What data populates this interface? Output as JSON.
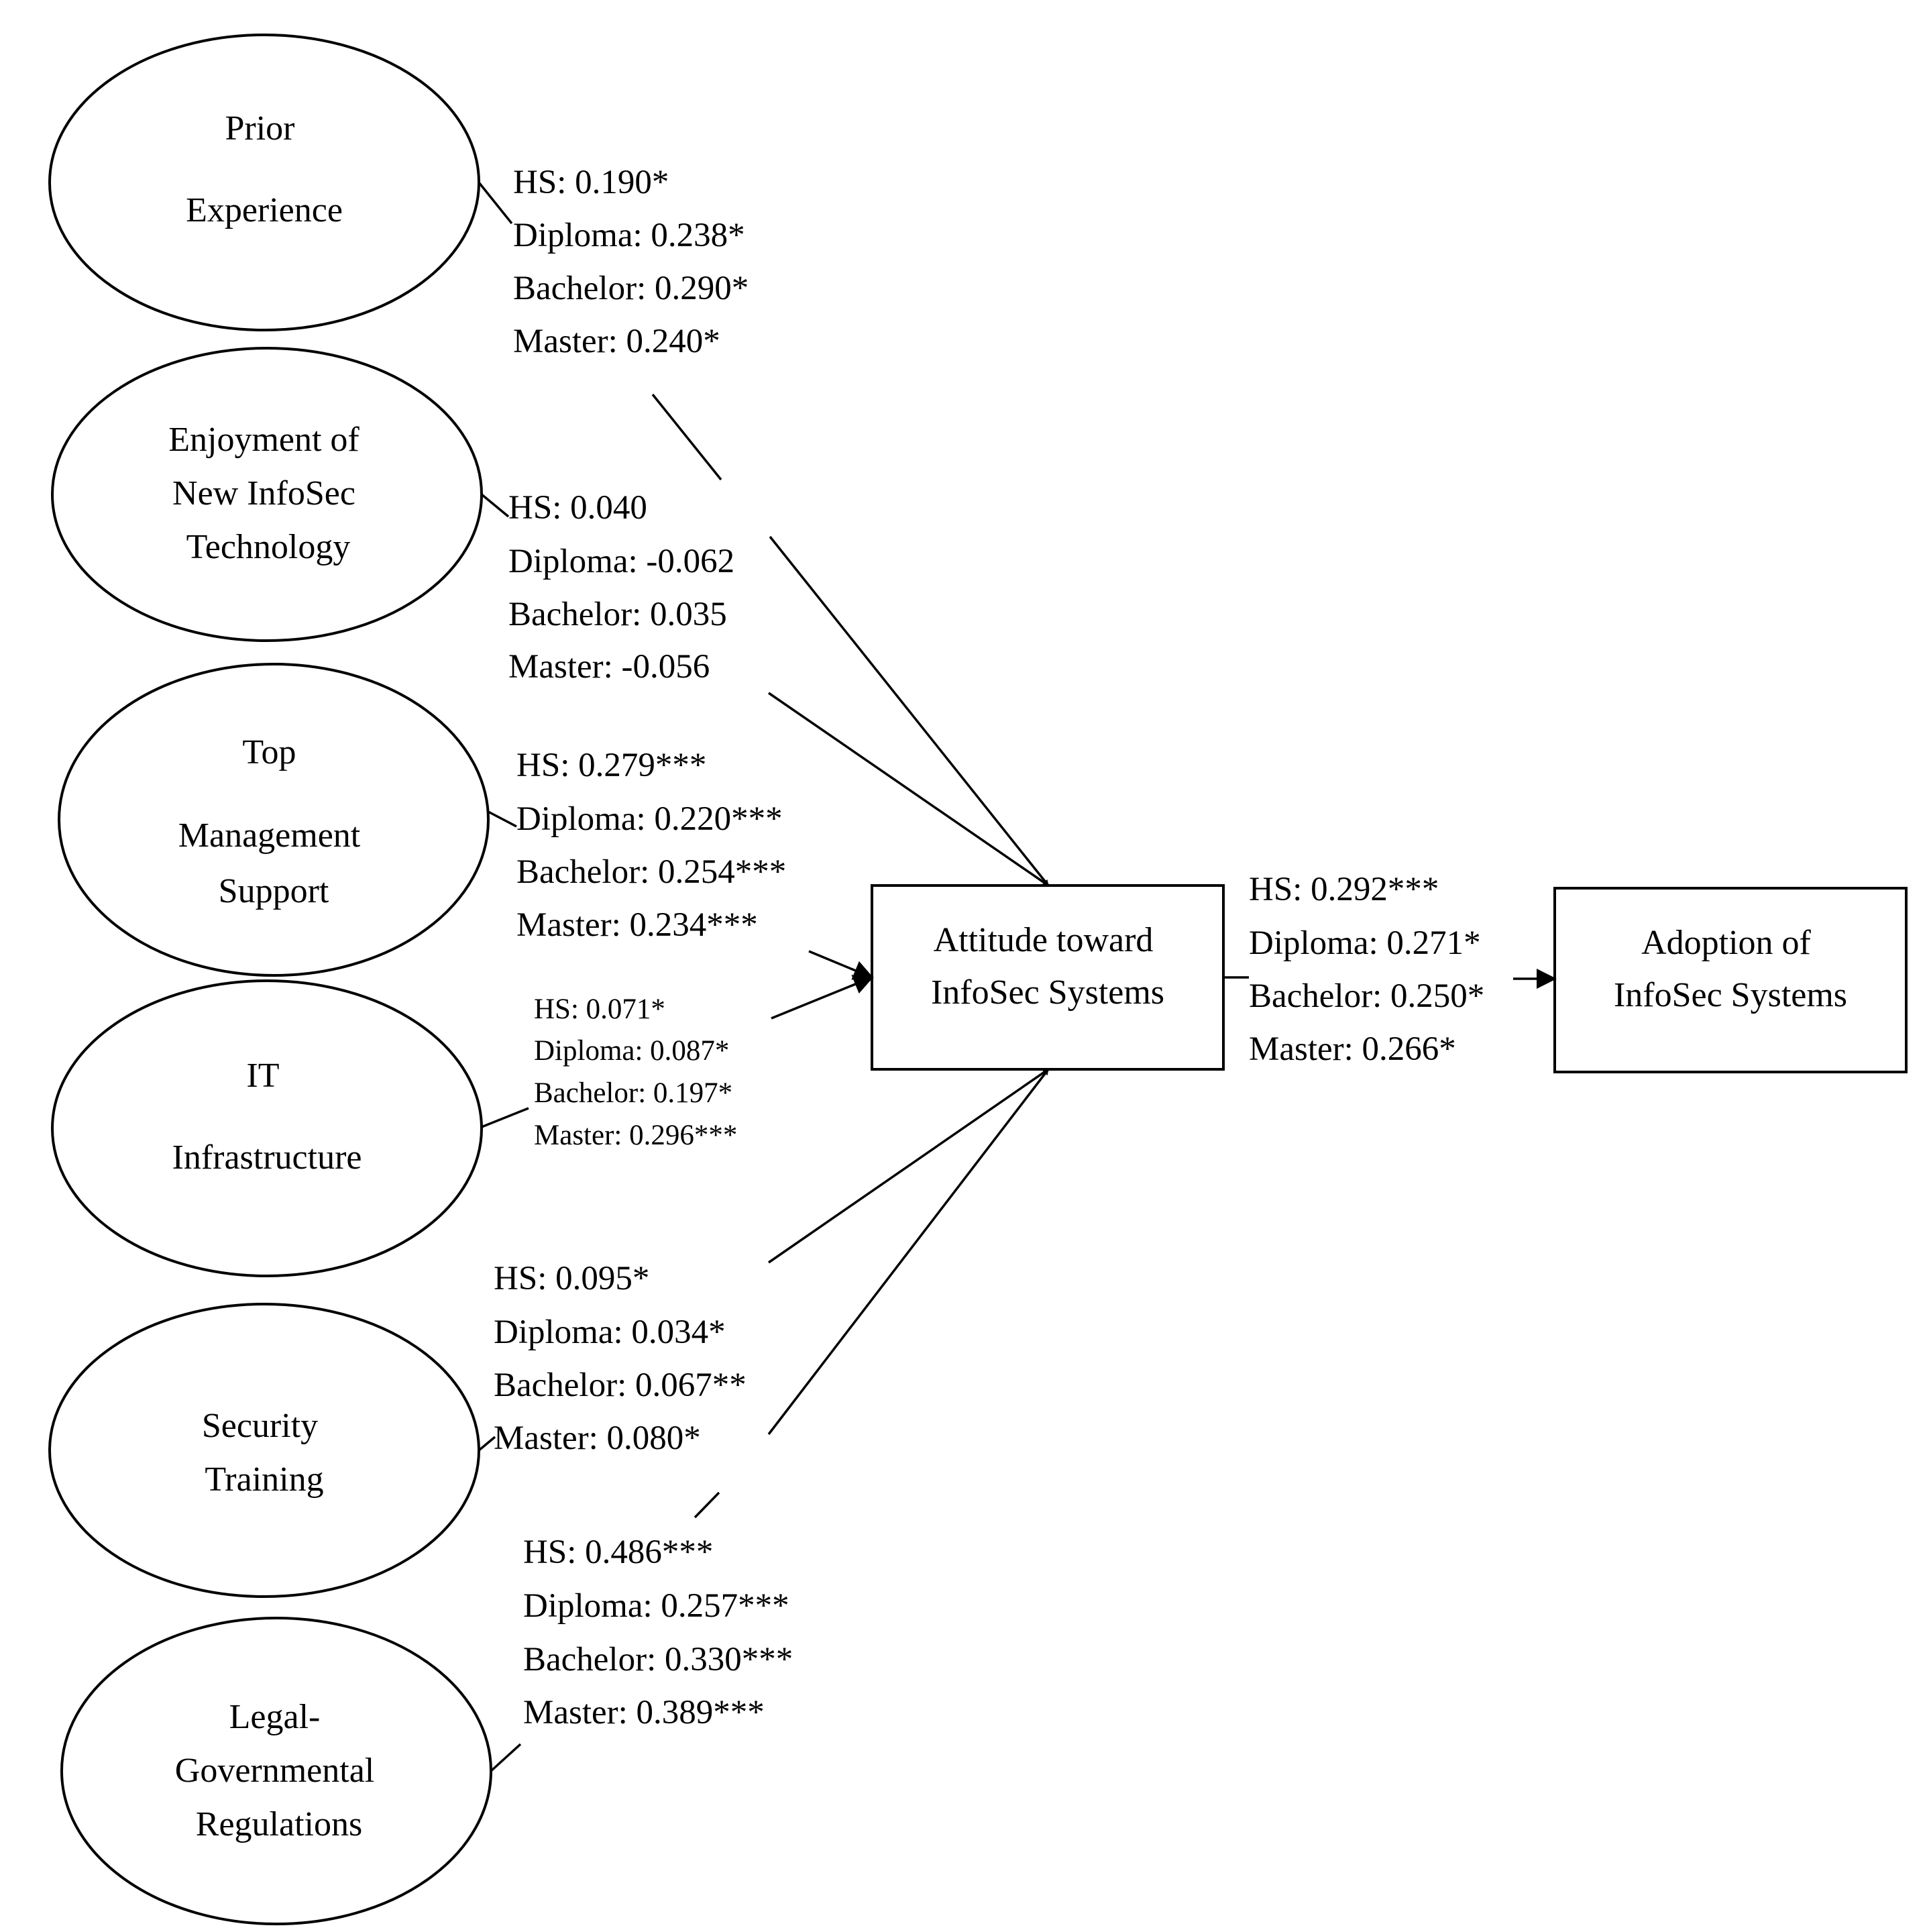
{
  "constructs": {
    "prior_experience": [
      "Prior",
      "Experience"
    ],
    "enjoyment": [
      "Enjoyment of",
      "New InfoSec",
      "Technology"
    ],
    "top_management": [
      "Top",
      "Management",
      "Support"
    ],
    "it_infrastructure": [
      "IT",
      "Infrastructure"
    ],
    "security_training": [
      "Security",
      "Training"
    ],
    "legal_regulations": [
      "Legal-",
      "Governmental",
      "Regulations"
    ],
    "attitude": [
      "Attitude toward",
      "InfoSec Systems"
    ],
    "adoption": [
      "Adoption of",
      "InfoSec Systems"
    ]
  },
  "paths": {
    "prior_experience": [
      "HS: 0.190*",
      "Diploma: 0.238*",
      "Bachelor: 0.290*",
      "Master: 0.240*"
    ],
    "enjoyment": [
      "HS: 0.040",
      "Diploma: -0.062",
      "Bachelor: 0.035",
      "Master: -0.056"
    ],
    "top_management": [
      "HS: 0.279***",
      "Diploma: 0.220***",
      "Bachelor: 0.254***",
      "Master: 0.234***"
    ],
    "it_infrastructure": [
      "HS: 0.071*",
      "Diploma: 0.087*",
      "Bachelor: 0.197*",
      "Master: 0.296***"
    ],
    "security_training": [
      "HS: 0.095*",
      "Diploma: 0.034*",
      "Bachelor: 0.067**",
      "Master: 0.080*"
    ],
    "legal_regulations": [
      "HS: 0.486***",
      "Diploma: 0.257***",
      "Bachelor: 0.330***",
      "Master: 0.389***"
    ],
    "attitude_to_adoption": [
      "HS: 0.292***",
      "Diploma: 0.271*",
      "Bachelor: 0.250*",
      "Master: 0.266*"
    ]
  }
}
